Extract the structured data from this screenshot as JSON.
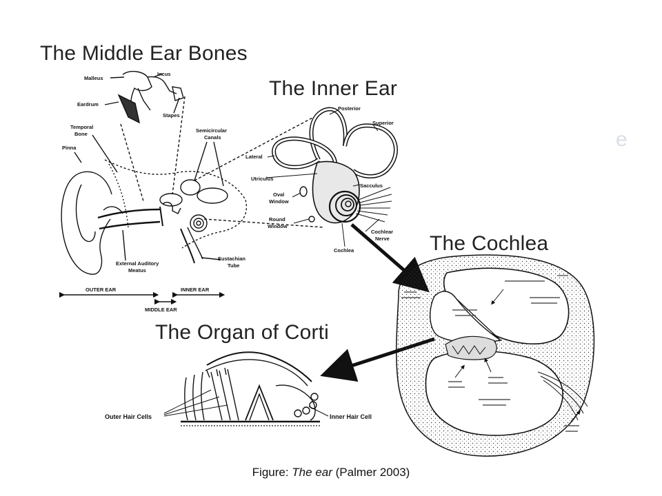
{
  "titles": {
    "middle_ear_bones": "The Middle Ear Bones",
    "inner_ear": "The Inner Ear",
    "cochlea": "The Cochlea",
    "organ_of_corti": "The Organ of Corti"
  },
  "ghost_text": "e",
  "labels": {
    "malleus": "Malleus",
    "incus": "Incus",
    "eardrum": "Eardrum",
    "stapes": "Stapes",
    "temporal": "Temporal",
    "bone": "Bone",
    "pinna": "Pinna",
    "semicircular": "Semicircular",
    "canals": "Canals",
    "external_auditory": "External Auditory",
    "meatus": "Meatus",
    "eustachian": "Eustachian",
    "tube": "Tube",
    "outer_ear": "OUTER EAR",
    "inner_ear": "INNER EAR",
    "middle_ear": "MIDDLE EAR",
    "posterior": "Posterior",
    "superior": "Superior",
    "lateral": "Lateral",
    "utriculus": "Utriculus",
    "sacculus": "Sacculus",
    "oval": "Oval",
    "window": "Window",
    "round": "Round",
    "window2": "Window",
    "cochlear": "Cochlear",
    "nerve": "Nerve",
    "cochlea": "Cochlea",
    "outer_hair_cells": "Outer Hair Cells",
    "inner_hair_cell": "Inner Hair Cell"
  },
  "caption": {
    "prefix": "Figure: ",
    "title": "The ear",
    "suffix": " (Palmer 2003)"
  }
}
